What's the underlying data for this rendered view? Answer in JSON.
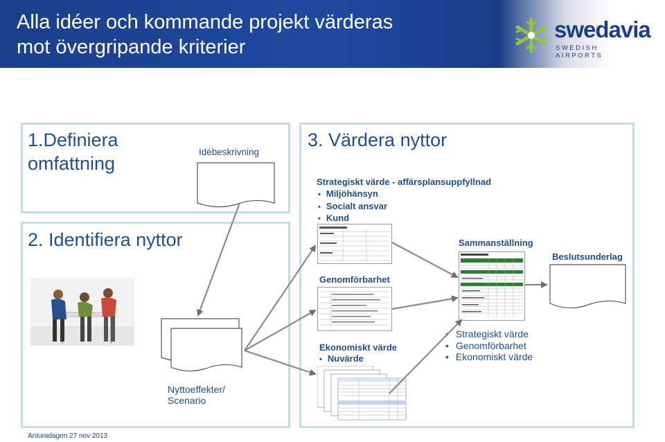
{
  "header": {
    "title_line1": "Alla idéer och kommande projekt värderas",
    "title_line2": "mot övergripande kriterier",
    "logo_word": "swedavia",
    "logo_sub": "SWEDISH AIRPORTS"
  },
  "steps": {
    "step1_line1": "1.Definiera",
    "step1_line2": "omfattning",
    "step2": "2. Identifiera nyttor",
    "step3": "3. Värdera nyttor"
  },
  "labels": {
    "idea_description": "Idébeskrivning",
    "strategic_heading": "Strategiskt värde - affärsplansuppfyllnad",
    "summary": "Sammanställning",
    "decision_basis": "Beslutsunderlag",
    "feasibility": "Genomförbarhet",
    "economic_value": "Ekonomiskt värde",
    "benefits_line1": "Nyttoeffekter/",
    "benefits_line2": "Scenario"
  },
  "strategic_items": [
    "Miljöhänsyn",
    "Socialt ansvar",
    "Kund"
  ],
  "economic_items": [
    "Nuvärde"
  ],
  "summary_items": [
    "Strategiskt värde",
    "Genomförbarhet",
    "Ekonomiskt värde"
  ],
  "footer": "Anturadagen 27 nov 2013",
  "colors": {
    "header_blue": "#1b3f8a",
    "text_blue": "#1f4f8f",
    "panel_border": "#c7dbe3",
    "sheet_green": "#2e7d32"
  }
}
